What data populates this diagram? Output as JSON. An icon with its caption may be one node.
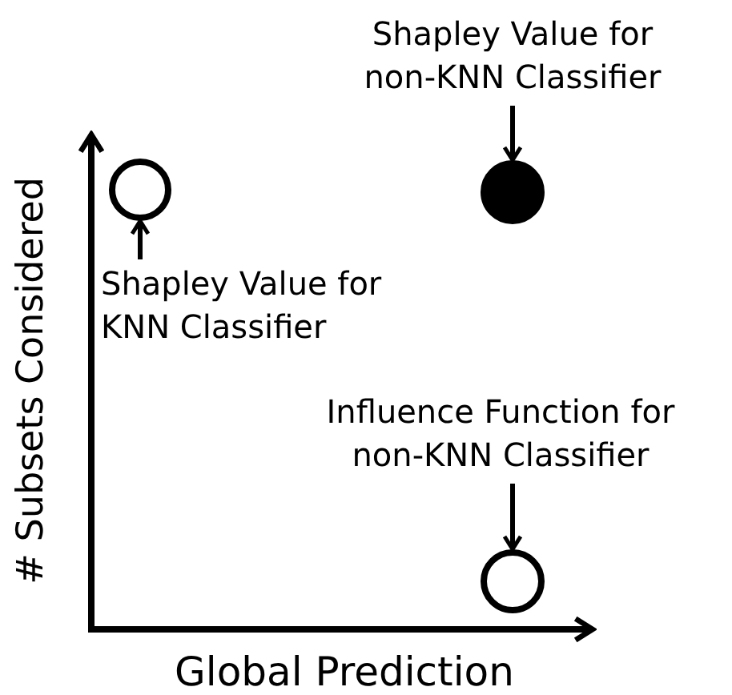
{
  "diagram": {
    "nodes": [
      {
        "text": [
          "Shapley Value for non-KNN Classifier"
        ]
      },
      {
        "text": [],
        "shape": "circle"
      },
      {
        "text": [],
        "shape": "circle"
      },
      {
        "text": [
          "Shapley Value for KNN Classifier"
        ]
      },
      {
        "text": [
          "Influence Function for non-KNN Classifier"
        ]
      },
      {
        "text": [],
        "shape": "circle"
      }
    ],
    "edges": [
      {
        "from": 0,
        "to": 2,
        "arrow": "to"
      },
      {
        "from": 3,
        "to": 1,
        "arrow": "to"
      },
      {
        "from": 4,
        "to": 5,
        "arrow": "to"
      }
    ],
    "labels": [
      "# Subsets Considered",
      "Global Prediction"
    ]
  }
}
